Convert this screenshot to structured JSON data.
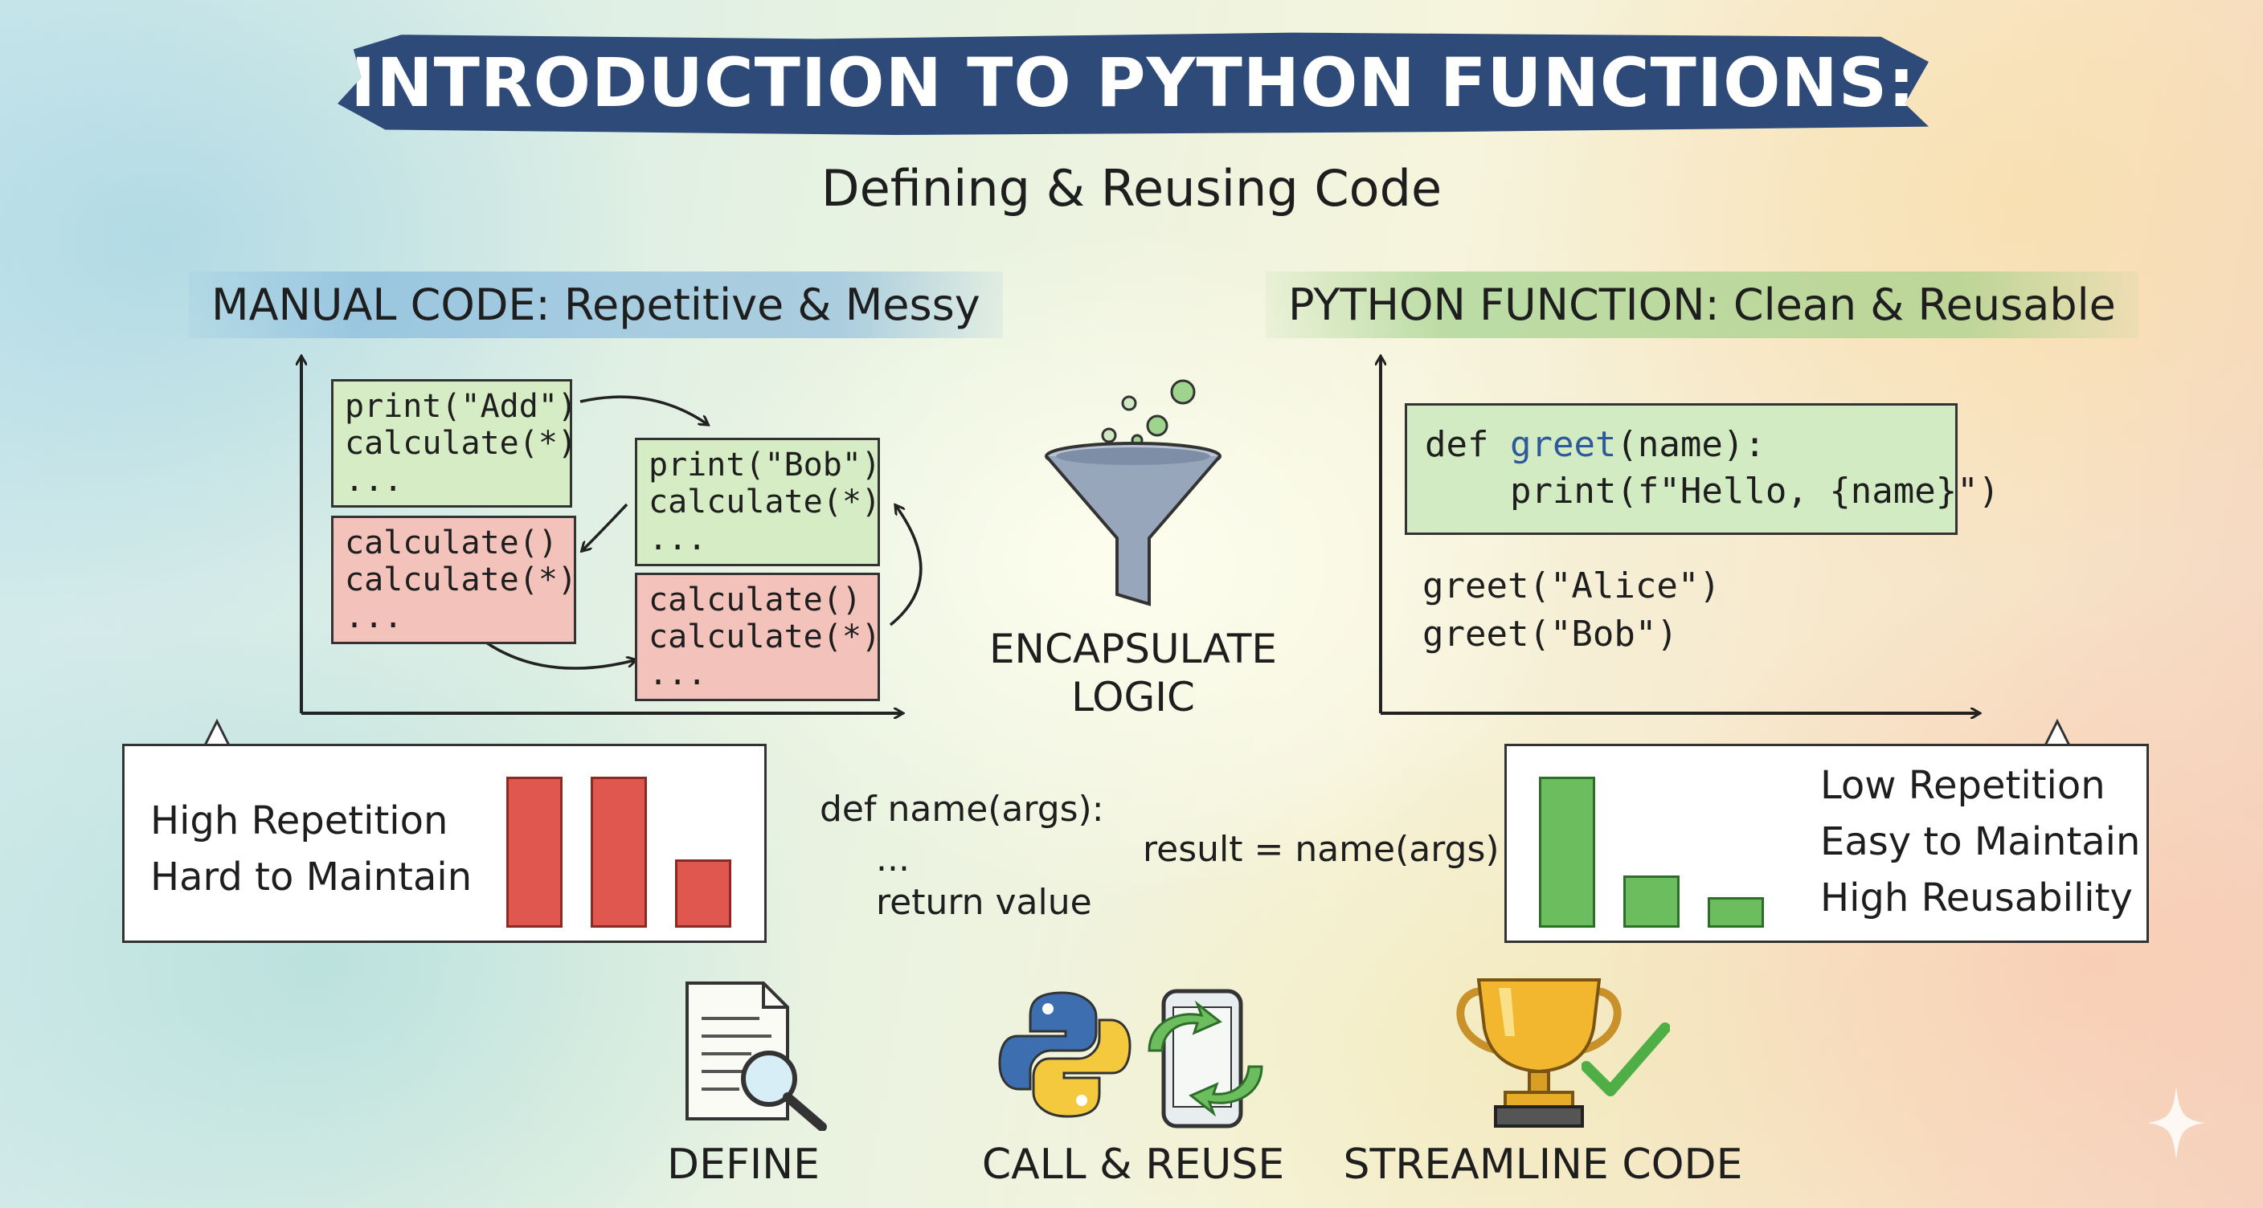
{
  "title": "INTRODUCTION TO PYTHON FUNCTIONS:",
  "subtitle": "Defining & Reusing Code",
  "manual": {
    "header": "MANUAL CODE: Repetitive & Messy",
    "blocks": [
      {
        "line1": "print(\"Add\")",
        "line2": "calculate(*)",
        "line3": "..."
      },
      {
        "line1": "print(\"Bob\")",
        "line2": "calculate(*)",
        "line3": "..."
      },
      {
        "line1": "calculate()",
        "line2": "calculate(*)",
        "line3": "..."
      },
      {
        "line1": "calculate()",
        "line2": "calculate(*)",
        "line3": "..."
      }
    ],
    "callout_line1": "High Repetition",
    "callout_line2": "Hard to Maintain",
    "bars": [
      1.0,
      1.0,
      0.45
    ],
    "bar_color": "#e0574f"
  },
  "function": {
    "header": "PYTHON FUNCTION: Clean & Reusable",
    "def_keyword": "def ",
    "def_name": "greet",
    "def_rest": "(name):",
    "def_body": "    print(f\"Hello, {name}\")",
    "call1": "greet(\"Alice\")",
    "call2": "greet(\"Bob\")",
    "callout_line1": "Low Repetition",
    "callout_line2": "Easy to Maintain",
    "callout_line3": "High Reusability",
    "bars": [
      1.0,
      0.35,
      0.2
    ],
    "bar_color": "#6cbd5e"
  },
  "center": {
    "label_line1": "ENCAPSULATE",
    "label_line2": "LOGIC",
    "def_line1": "def name(args):",
    "def_line2": "...",
    "def_line3": "return value",
    "call_line": "result = name(args)",
    "icon": "funnel-icon"
  },
  "bottom": {
    "define_label": "DEFINE",
    "call_label": "CALL & REUSE",
    "streamline_label": "STREAMLINE CODE",
    "icons": [
      "document-search-icon",
      "python-logo-icon",
      "phone-refresh-icon",
      "trophy-icon",
      "checkmark-icon"
    ]
  }
}
